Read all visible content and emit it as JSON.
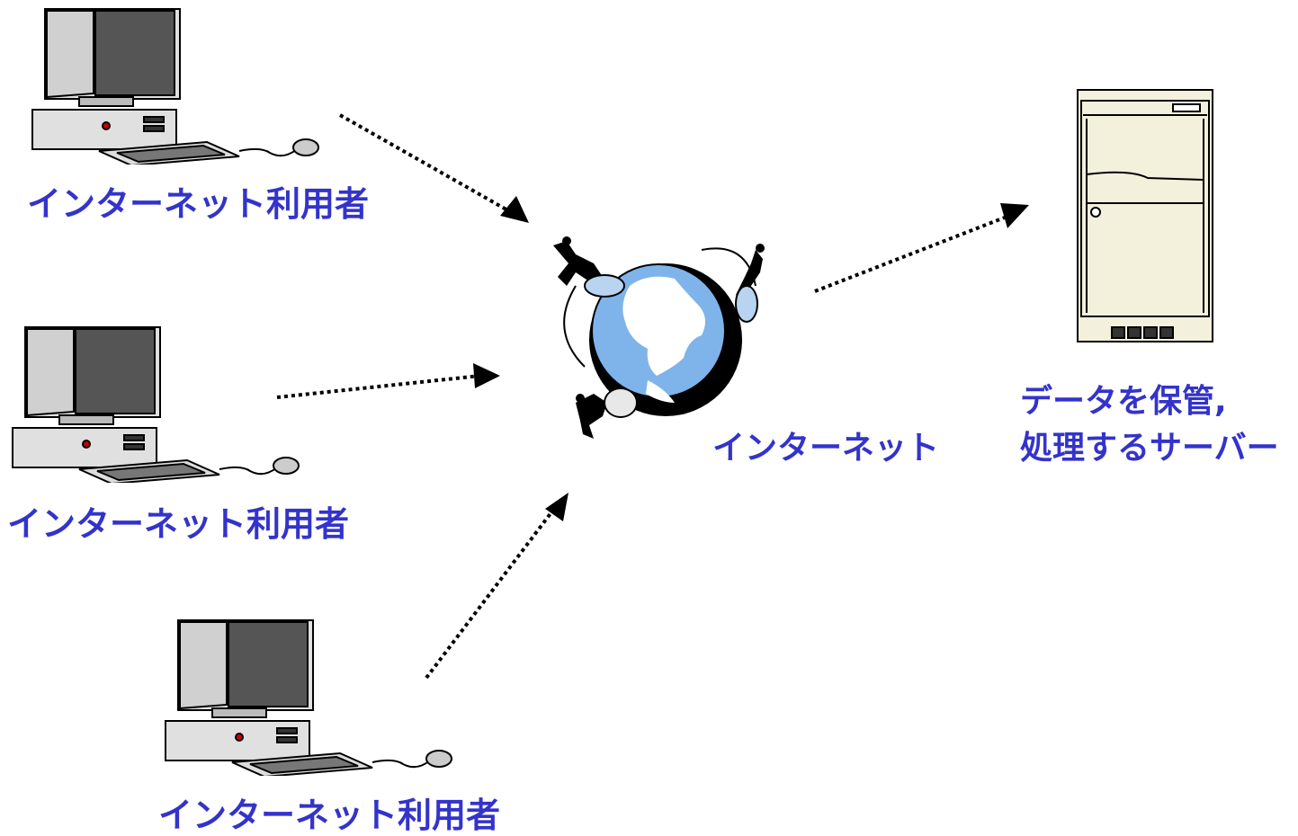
{
  "nodes": {
    "user_label": "インターネット利用者",
    "internet_label": "インターネット",
    "server_label_line1": "データを保管,",
    "server_label_line2": "処理するサーバー"
  },
  "colors": {
    "label": "#3333cc",
    "globe_ocean": "#7fb4ea",
    "globe_land": "#ffffff",
    "arrow": "#000000",
    "server_body": "#f3f0dc",
    "pc_body": "#e0e0e0",
    "pc_screen": "#555555"
  },
  "icons": [
    "computer-icon",
    "globe-icon",
    "server-icon"
  ]
}
